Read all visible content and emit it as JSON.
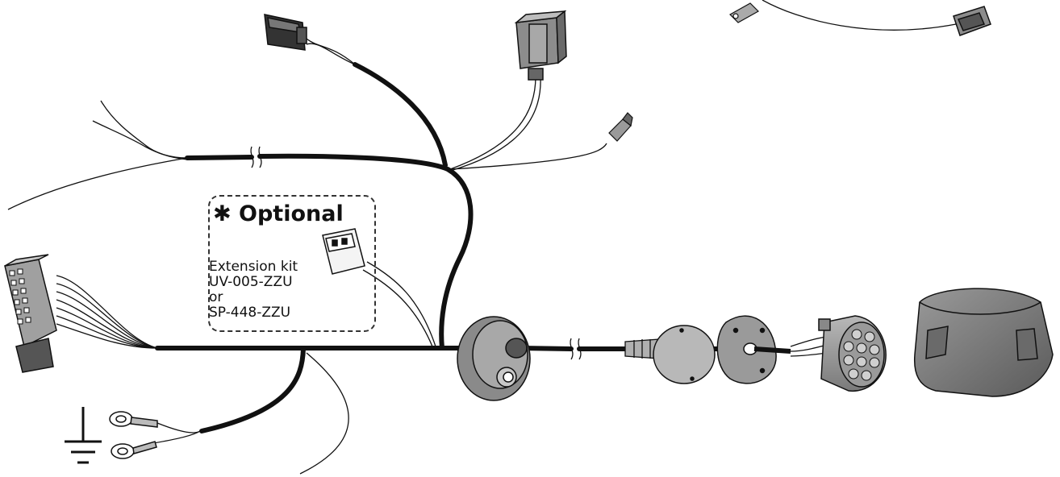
{
  "optional": {
    "title": "✱ Optional",
    "lines": [
      "Extension kit",
      "UV-005-ZZU",
      "or",
      "SP-448-ZZU"
    ]
  },
  "colors": {
    "cable": "#111111",
    "plastic": "#8c8c8c",
    "plastic_dark": "#5e5e5e",
    "plastic_light": "#c8c8c8",
    "line": "#111111"
  }
}
